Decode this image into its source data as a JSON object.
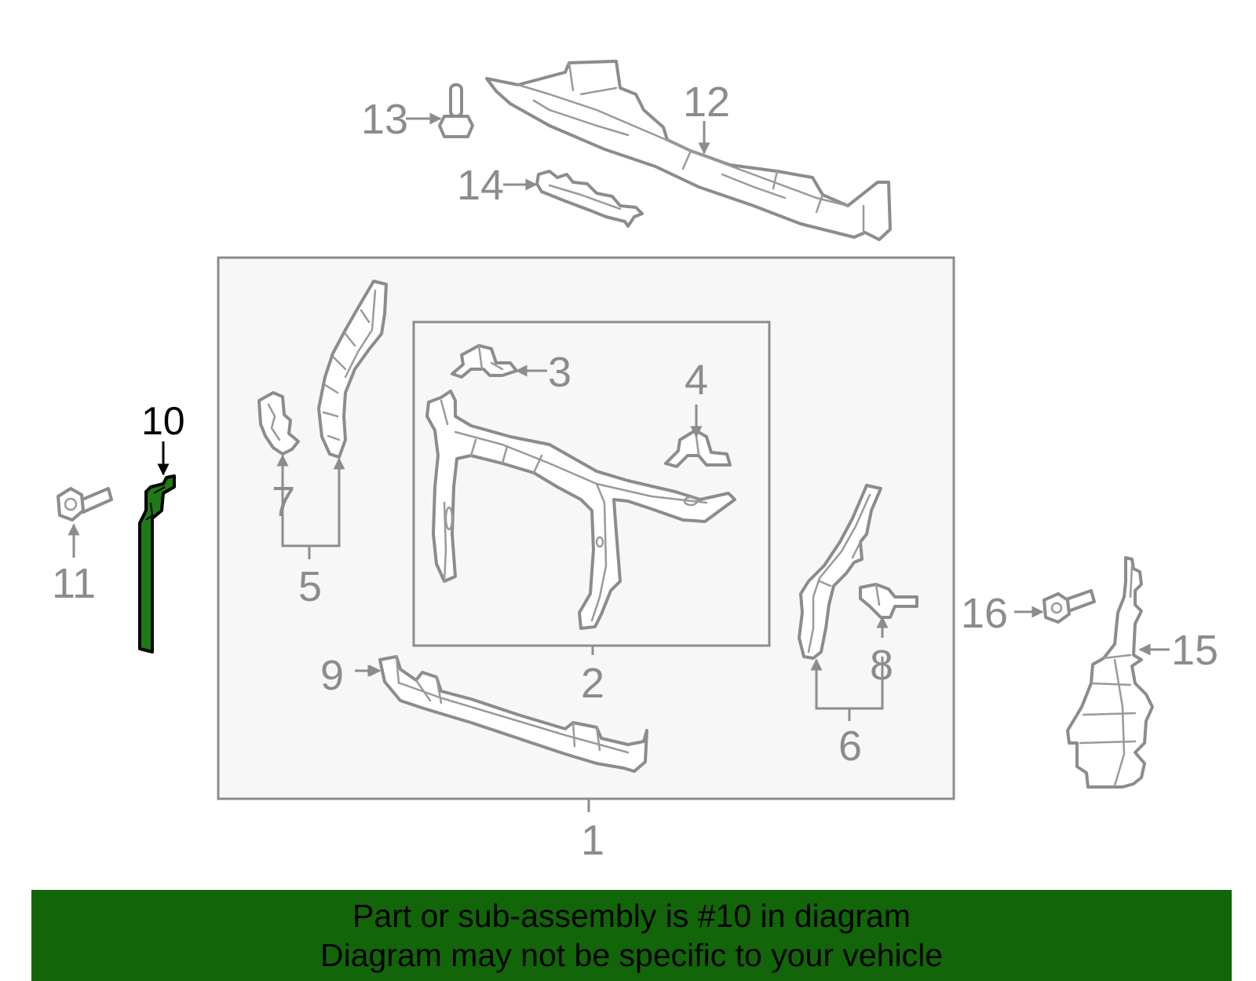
{
  "callouts": {
    "c1": "1",
    "c2": "2",
    "c3": "3",
    "c4": "4",
    "c5": "5",
    "c6": "6",
    "c7": "7",
    "c8": "8",
    "c9": "9",
    "c10": "10",
    "c11": "11",
    "c12": "12",
    "c13": "13",
    "c14": "14",
    "c15": "15",
    "c16": "16"
  },
  "highlighted_part": "10",
  "colors": {
    "highlight": "#1e7a14",
    "banner": "#126609",
    "outline": "#8c8c8c",
    "box_fill": "#f7f7f7"
  },
  "banner": {
    "line1": "Part or sub-assembly is #10 in diagram",
    "line2": "Diagram may not be specific to your vehicle"
  }
}
